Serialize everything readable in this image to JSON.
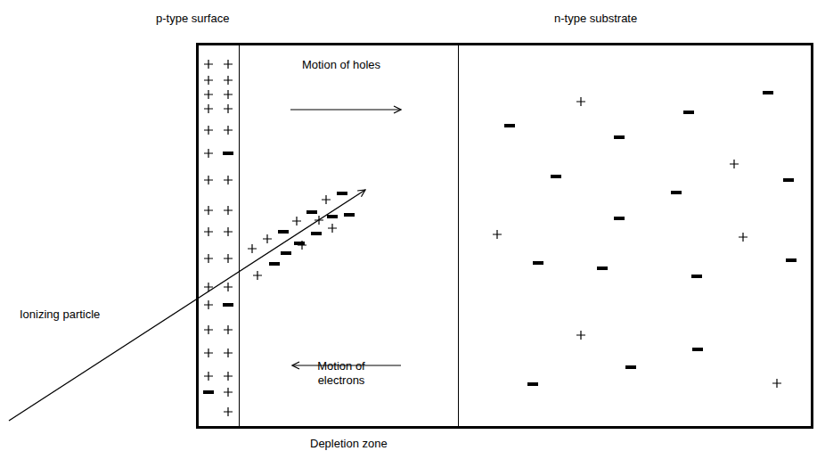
{
  "diagram": {
    "nodes": [
      {
        "text": [
          "p-type surface"
        ]
      },
      {
        "text": [
          "Motion of holes",
          "Motion of electrons",
          "Depletion zone"
        ]
      },
      {
        "text": [
          "n-type substrate"
        ]
      }
    ],
    "labels": [
      "Ionizing particle"
    ]
  }
}
